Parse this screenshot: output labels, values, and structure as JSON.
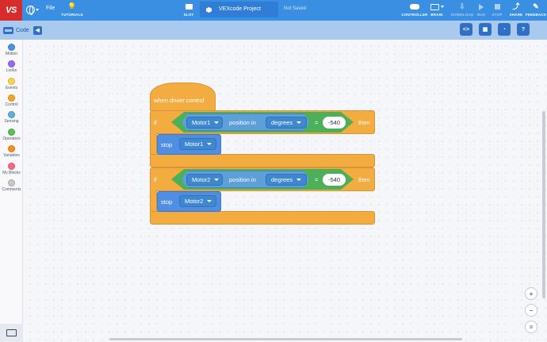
{
  "topbar": {
    "logo": "VS",
    "globe_icon": "globe-icon",
    "file_label": "File",
    "tutorials_label": "TUTORIALS",
    "slot_label": "SLOT",
    "project_name": "VEXcode Project",
    "save_status": "Not Saved",
    "controller_label": "CONTROLLER",
    "brain_label": "BRAIN",
    "download_label": "DOWNLOAD",
    "run_label": "RUN",
    "stop_label": "STOP",
    "share_label": "SHARE",
    "feedback_label": "FEEDBACK",
    "bg_color": "#3a8fe3"
  },
  "toolbar": {
    "code_tab_label": "Code",
    "code_view_icon": "code-brackets-icon",
    "device_icon": "devices-icon",
    "dashboard_icon": "gauge-icon",
    "help_icon": "help-icon",
    "code_view_glyph": "<>",
    "help_glyph": "?"
  },
  "categories": [
    {
      "label": "Motion",
      "color": "#4a90e2"
    },
    {
      "label": "Looks",
      "color": "#9966ff"
    },
    {
      "label": "Events",
      "color": "#ffd44b"
    },
    {
      "label": "Control",
      "color": "#f5a623"
    },
    {
      "label": "Sensing",
      "color": "#5cb1d6"
    },
    {
      "label": "Operators",
      "color": "#59c059"
    },
    {
      "label": "Variables",
      "color": "#ff8c1a"
    },
    {
      "label": "My Blocks",
      "color": "#ff6680"
    },
    {
      "label": "Comments",
      "color": "#c8c8c8"
    }
  ],
  "workspace": {
    "hat_label": "when driver control",
    "if_blocks": [
      {
        "if_label": "if",
        "then_label": "then",
        "motor": "Motor1",
        "position_label": "position in",
        "unit": "degrees",
        "operator": "=",
        "value": "-540",
        "stop_label": "stop",
        "stop_motor": "Motor1"
      },
      {
        "if_label": "if",
        "then_label": "then",
        "motor": "Motor2",
        "position_label": "position in",
        "unit": "degrees",
        "operator": "=",
        "value": "-540",
        "stop_label": "stop",
        "stop_motor": "Motor2"
      }
    ]
  },
  "zoom": {
    "zoom_in": "+",
    "zoom_out": "−",
    "reset": "="
  }
}
